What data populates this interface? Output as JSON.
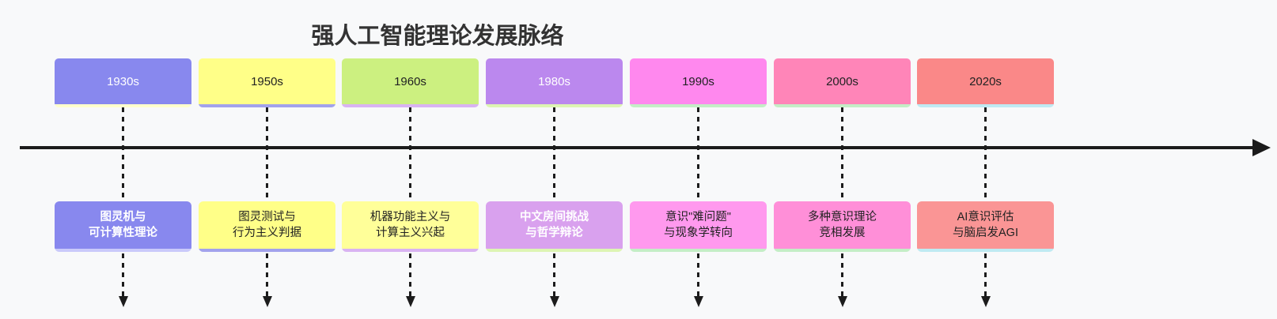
{
  "title": "强人工智能理论发展脉络",
  "colors": {
    "background": "#f8f9fa",
    "title_text": "#333333",
    "axis": "#1b1b1b",
    "dashed_connector": "#1c1c1c"
  },
  "periods": [
    {
      "label": "1930s",
      "box_bg": "#8888ee",
      "box_text": "#ffffff",
      "box_strip": "#ffffcc",
      "event": "图灵机与\n可计算性理论",
      "event_bg": "#8888ee",
      "event_text": "#ffffff",
      "event_weight": "700",
      "event_strip": "#cacafa"
    },
    {
      "label": "1950s",
      "box_bg": "#ffff88",
      "box_text": "#222222",
      "box_strip": "#a2a2ec",
      "event": "图灵测试与\n行为主义判据",
      "event_bg": "#ffff88",
      "event_text": "#222222",
      "event_weight": "400",
      "event_strip": "#a2a2ec"
    },
    {
      "label": "1960s",
      "box_bg": "#ccf080",
      "box_text": "#222222",
      "box_strip": "#d9b3f2",
      "event": "机器功能主义与\n计算主义兴起",
      "event_bg": "#ffff99",
      "event_text": "#222222",
      "event_weight": "400",
      "event_strip": "#d9b3f2"
    },
    {
      "label": "1980s",
      "box_bg": "#bb88ee",
      "box_text": "#ffffff",
      "box_strip": "#ddf5b3",
      "event": "中文房间挑战\n与哲学辩论",
      "event_bg": "#d9a1ee",
      "event_text": "#ffffff",
      "event_weight": "700",
      "event_strip": "#ddf5b3"
    },
    {
      "label": "1990s",
      "box_bg": "#ff88ee",
      "box_text": "#222222",
      "box_strip": "#c4eec6",
      "event": "意识\"难问题\"\n与现象学转向",
      "event_bg": "#ff99ee",
      "event_text": "#222222",
      "event_weight": "400",
      "event_strip": "#c4eec6"
    },
    {
      "label": "2000s",
      "box_bg": "#ff85b8",
      "box_text": "#222222",
      "box_strip": "#c4eec6",
      "event": "多种意识理论\n竞相发展",
      "event_bg": "#ff8fd8",
      "event_text": "#222222",
      "event_weight": "400",
      "event_strip": "#c4eec6"
    },
    {
      "label": "2020s",
      "box_bg": "#fa8888",
      "box_text": "#222222",
      "box_strip": "#bfeaf2",
      "event": "AI意识评估\n与脑启发AGI",
      "event_bg": "#fa9595",
      "event_text": "#222222",
      "event_weight": "400",
      "event_strip": "#bfeaf2"
    }
  ],
  "layout": {
    "column_lefts": [
      69,
      251,
      432,
      614,
      796,
      978,
      1159
    ]
  }
}
